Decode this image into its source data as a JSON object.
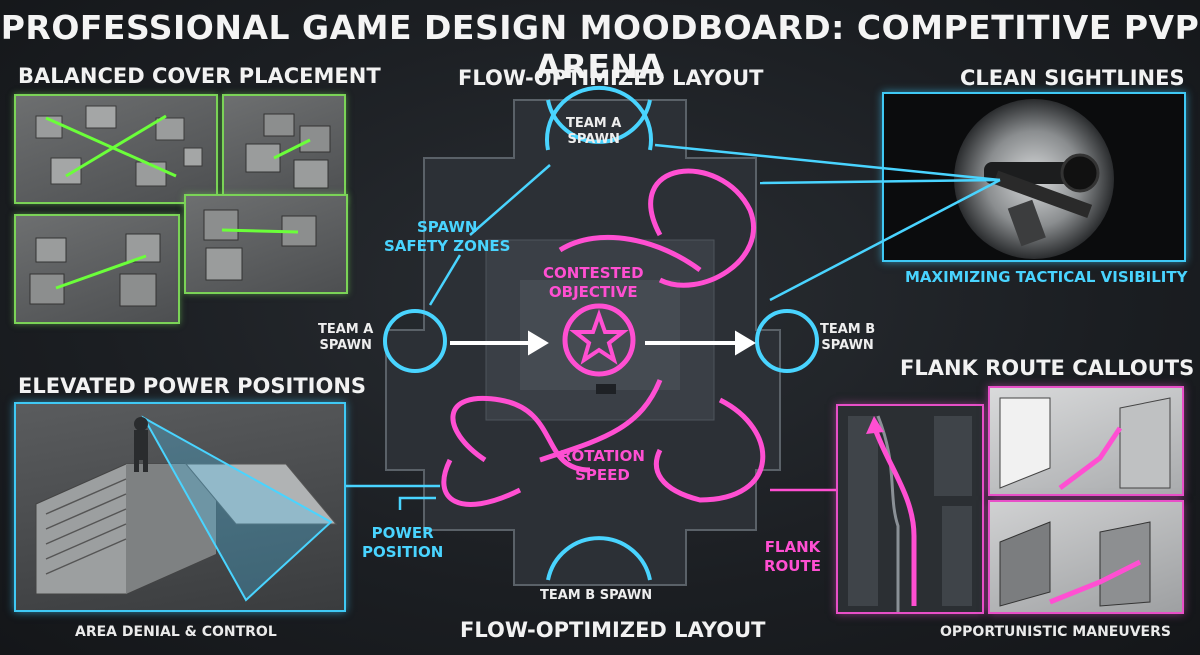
{
  "title": "PROFESSIONAL GAME DESIGN MOODBOARD: COMPETITIVE PVP ARENA",
  "sections": {
    "cover": "BALANCED COVER PLACEMENT",
    "layout_top": "FLOW-OPTIMIZED LAYOUT",
    "layout_bottom": "FLOW-OPTIMIZED LAYOUT",
    "sightlines": "CLEAN SIGHTLINES",
    "sightlines_caption": "MAXIMIZING TACTICAL VISIBILITY",
    "elevated": "ELEVATED POWER POSITIONS",
    "elevated_caption": "AREA DENIAL & CONTROL",
    "flank": "FLANK ROUTE CALLOUTS",
    "flank_caption": "OPPORTUNISTIC MANEUVERS"
  },
  "map": {
    "team_a_spawn_top_1": "TEAM A",
    "team_a_spawn_top_2": "SPAWN",
    "team_a_left_1": "TEAM A",
    "team_a_left_2": "SPAWN",
    "team_b_right_1": "TEAM B",
    "team_b_right_2": "SPAWN",
    "team_b_bottom": "TEAM B SPAWN",
    "spawn_safety_1": "SPAWN",
    "spawn_safety_2": "SAFETY ZONES",
    "objective_1": "CONTESTED",
    "objective_2": "OBJECTIVE",
    "rotation_1": "ROTATION",
    "rotation_2": "SPEED",
    "power_1": "POWER",
    "power_2": "POSITION",
    "flank_1": "FLANK",
    "flank_2": "ROUTE"
  },
  "colors": {
    "cyan": "#49d4ff",
    "magenta": "#ff4fd2",
    "green": "#7bd357"
  },
  "icons": [
    "star-icon",
    "sniper-scope-icon",
    "soldier-icon",
    "arrow-icon"
  ]
}
